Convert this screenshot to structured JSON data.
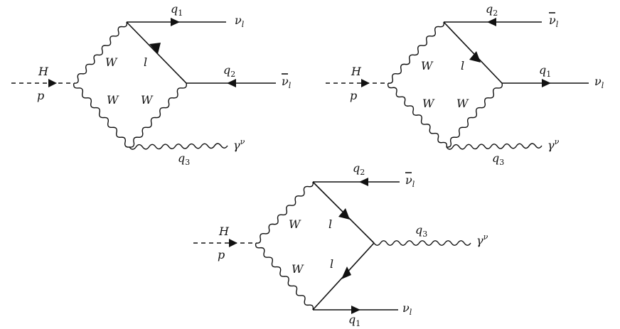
{
  "diagrams": [
    {
      "higgs_label": "H",
      "momentum_label": "p",
      "out_top_label": "ν",
      "out_top_sub": "l",
      "out_top_bar": false,
      "out_top_mom": "q",
      "out_top_mom_sub": "1",
      "out_mid_label": "ν",
      "out_mid_sub": "l",
      "out_mid_bar": true,
      "out_mid_mom": "q",
      "out_mid_mom_sub": "2",
      "photon_label": "γ",
      "photon_sup": "ν",
      "photon_mom": "q",
      "photon_mom_sub": "3",
      "w_upper": "W",
      "w_lower": "W",
      "w_inner": "W",
      "lepton_label": "l"
    },
    {
      "higgs_label": "H",
      "momentum_label": "p",
      "out_top_label": "ν",
      "out_top_sub": "l",
      "out_top_bar": true,
      "out_top_mom": "q",
      "out_top_mom_sub": "2",
      "out_mid_label": "ν",
      "out_mid_sub": "l",
      "out_mid_bar": false,
      "out_mid_mom": "q",
      "out_mid_mom_sub": "1",
      "photon_label": "γ",
      "photon_sup": "ν",
      "photon_mom": "q",
      "photon_mom_sub": "3",
      "w_upper": "W",
      "w_lower": "W",
      "w_inner": "W",
      "lepton_label": "l"
    },
    {
      "higgs_label": "H",
      "momentum_label": "p",
      "out_top_label": "ν",
      "out_top_sub": "l",
      "out_top_bar": true,
      "out_top_mom": "q",
      "out_top_mom_sub": "2",
      "out_bot_label": "ν",
      "out_bot_sub": "l",
      "out_bot_mom": "q",
      "out_bot_mom_sub": "1",
      "photon_label": "γ",
      "photon_sup": "ν",
      "photon_mom": "q",
      "photon_mom_sub": "3",
      "w_upper": "W",
      "w_lower": "W",
      "lepton_upper": "l",
      "lepton_lower": "l"
    }
  ]
}
